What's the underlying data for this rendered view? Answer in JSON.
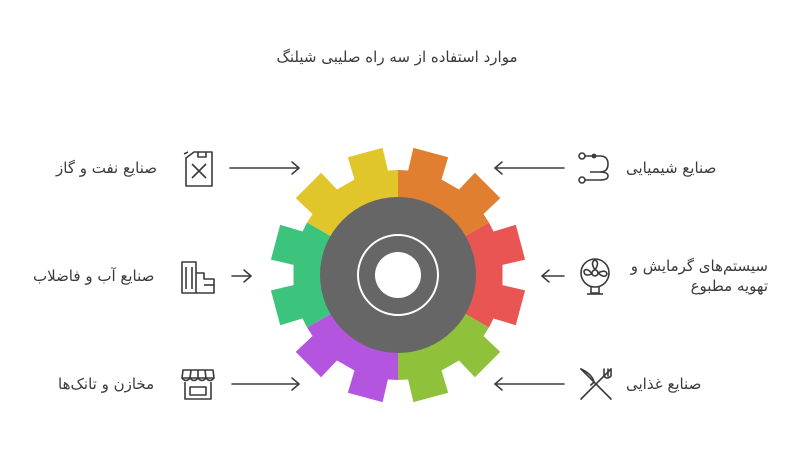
{
  "title": "موارد استفاده از سه راه صلیبی شیلنگ",
  "items": {
    "oil_gas": {
      "label": "صنایع نفت و گاز",
      "icon": "fuel-jerrycan-icon",
      "color": "#e0c62a"
    },
    "water": {
      "label": "صنایع آب و فاضلاب",
      "icon": "water-tank-icon",
      "color": "#3cc47d"
    },
    "storage": {
      "label": "مخازن و تانک‌ها",
      "icon": "storefront-icon",
      "color": "#b455e0"
    },
    "chemical": {
      "label": "صنایع شیمیایی",
      "icon": "workflow-icon",
      "color": "#e07f2f"
    },
    "hvac": {
      "label_line1": "سیستم‌های گرمایش و",
      "label_line2": "تهویه مطبوع",
      "icon": "fan-icon",
      "color": "#e85553"
    },
    "food": {
      "label": "صنایع غذایی",
      "icon": "fork-knife-icon",
      "color": "#8fc13a"
    }
  },
  "gear": {
    "body_color": "#666666",
    "hub_ring_color": "#ffffff",
    "hub_color": "#ffffff"
  }
}
